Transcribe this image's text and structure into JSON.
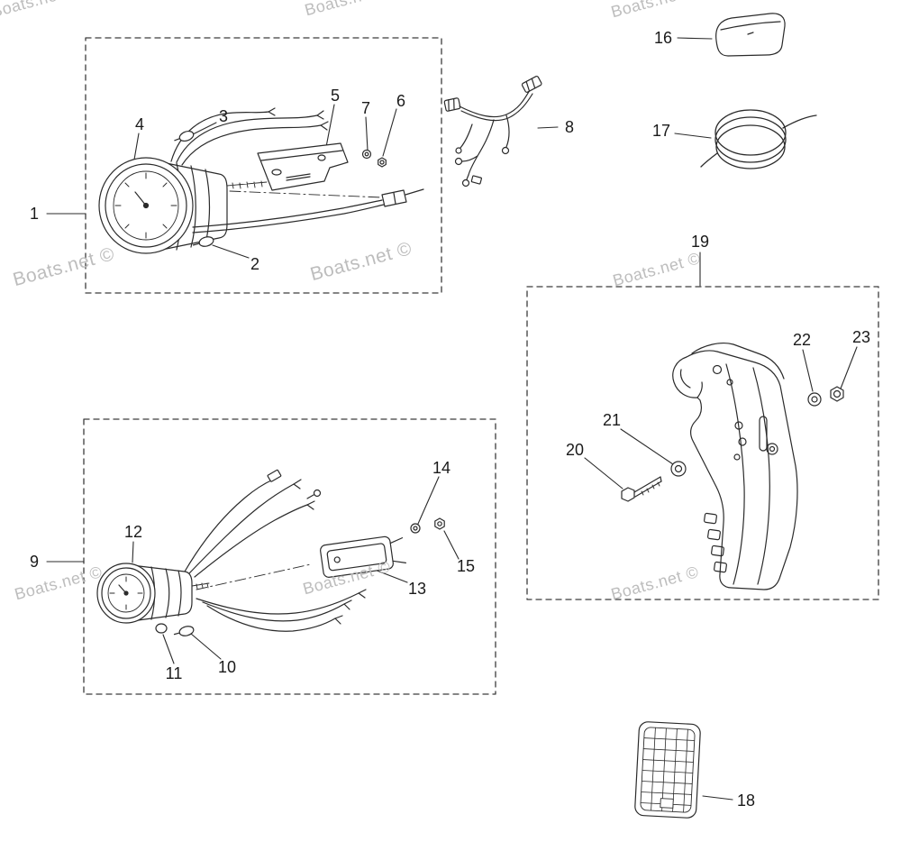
{
  "diagram": {
    "watermark_text": "Boats.net ©",
    "parts": [
      {
        "label": "1"
      },
      {
        "label": "2"
      },
      {
        "label": "3"
      },
      {
        "label": "4"
      },
      {
        "label": "5"
      },
      {
        "label": "6"
      },
      {
        "label": "7"
      },
      {
        "label": "8"
      },
      {
        "label": "9"
      },
      {
        "label": "10"
      },
      {
        "label": "11"
      },
      {
        "label": "12"
      },
      {
        "label": "13"
      },
      {
        "label": "14"
      },
      {
        "label": "15"
      },
      {
        "label": "16"
      },
      {
        "label": "17"
      },
      {
        "label": "18"
      },
      {
        "label": "19"
      },
      {
        "label": "20"
      },
      {
        "label": "21"
      },
      {
        "label": "22"
      },
      {
        "label": "23"
      }
    ]
  }
}
